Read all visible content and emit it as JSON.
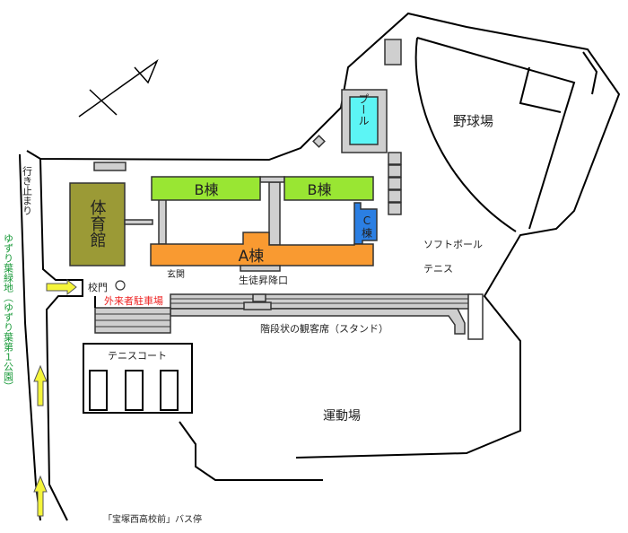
{
  "labels": {
    "dead_end": "行き止まり",
    "green_area": "ゆずり葉緑地（ゆずり葉第１公園）",
    "gym": "体育館",
    "building_b1": "B棟",
    "building_b2": "B棟",
    "building_a": "A棟",
    "building_c_letter": "C",
    "building_c_kanji": "棟",
    "pool": "プール",
    "baseball": "野球場",
    "softball": "ソフトボール",
    "tennis": "テニス",
    "entrance": "玄関",
    "student_entrance": "生徒昇降口",
    "school_gate": "校門",
    "visitor_parking": "外来者駐車場",
    "stands": "階段状の観客席（スタンド）",
    "tennis_court": "テニスコート",
    "athletic_field": "運動場",
    "bus_stop": "「宝塚西高校前」バス停"
  },
  "colors": {
    "gym": "#9b9a36",
    "building_b": "#99e633",
    "building_a": "#f99a31",
    "building_c": "#2b7fe3",
    "pool": "#5cf5f5",
    "arrow": "#f5f53a",
    "green_text": "#1a9a3a",
    "parking_text": "#ee2222"
  }
}
